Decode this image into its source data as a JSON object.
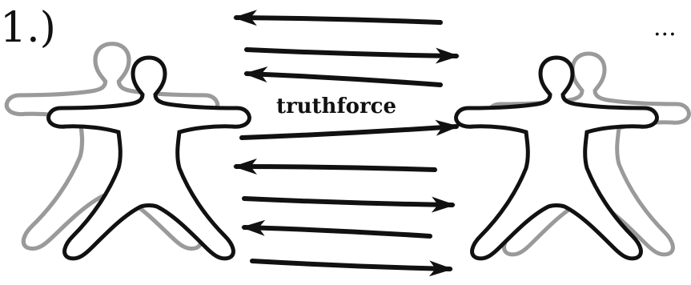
{
  "diagram": {
    "step_number": "1.)",
    "center_label": "truthforce",
    "continuation_marker": "...",
    "colors": {
      "ink": "#111111",
      "shadow_figure": "#9a9a9a",
      "background": "#ffffff"
    },
    "figures": [
      {
        "name": "left-person",
        "shadow": true,
        "icon": "person-outline-icon"
      },
      {
        "name": "right-person",
        "shadow": true,
        "icon": "person-outline-icon"
      }
    ],
    "arrows": [
      {
        "direction": "left"
      },
      {
        "direction": "right"
      },
      {
        "direction": "left"
      },
      {
        "direction": "right"
      },
      {
        "direction": "left"
      },
      {
        "direction": "right"
      },
      {
        "direction": "left"
      },
      {
        "direction": "right"
      }
    ]
  }
}
